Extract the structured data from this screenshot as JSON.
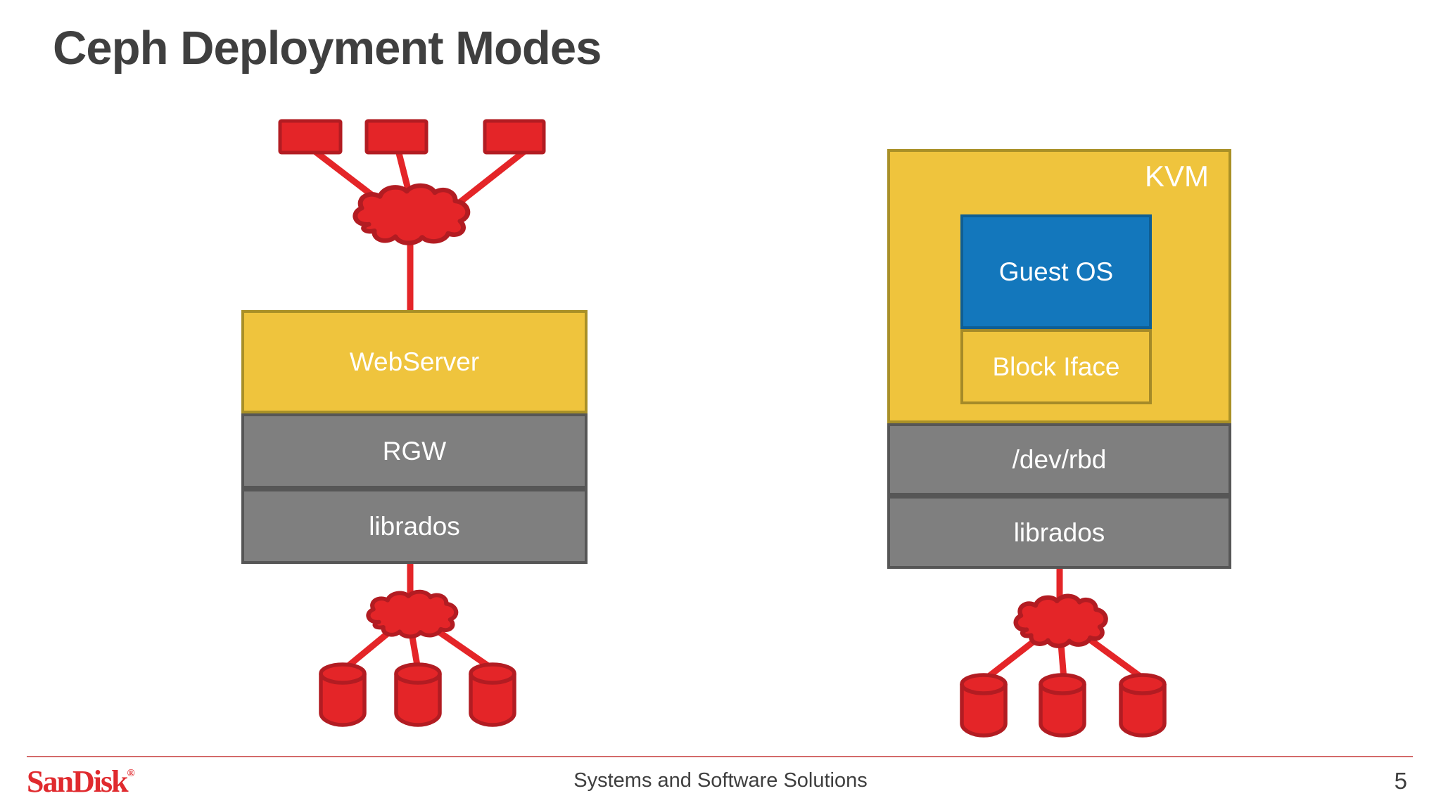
{
  "slide": {
    "title": "Ceph Deployment Modes",
    "footer": {
      "brand": "SanDisk",
      "registered_mark": "®",
      "center_text": "Systems and Software Solutions",
      "page_number": "5"
    }
  },
  "colors": {
    "accent_red": "#e42528",
    "accent_red_dark": "#b21c22",
    "box_yellow": "#efc43d",
    "box_yellow_border": "#a99027",
    "box_gray": "#7f7f7f",
    "box_gray_border": "#565656",
    "box_blue": "#1377bc",
    "box_blue_border": "#0e5e94",
    "title_gray": "#3f3f3f",
    "footer_line_red": "#d36a6a",
    "brand_red": "#e02a2e"
  },
  "object_gateway_diagram": {
    "stack": [
      {
        "label": "WebServer"
      },
      {
        "label": "RGW"
      },
      {
        "label": "librados"
      }
    ]
  },
  "block_device_diagram": {
    "hypervisor_label": "KVM",
    "guest_os_label": "Guest OS",
    "block_iface_label": "Block Iface",
    "stack": [
      {
        "label": "/dev/rbd"
      },
      {
        "label": "librados"
      }
    ]
  }
}
